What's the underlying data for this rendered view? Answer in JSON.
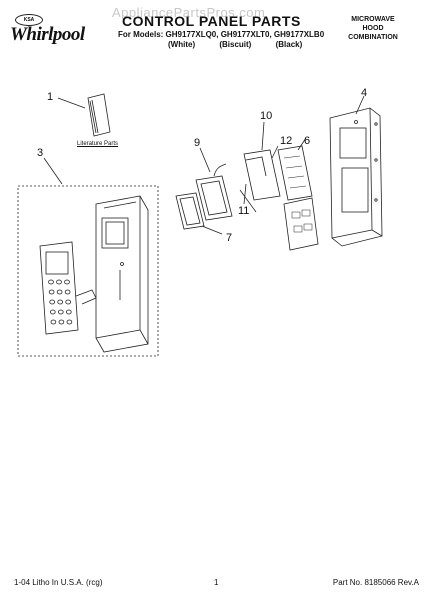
{
  "header": {
    "watermark": "AppliancePartsPros.com",
    "brand": "Whirlpool",
    "brand_mark": "KSA",
    "title": "CONTROL PANEL PARTS",
    "models_line": "For Models: GH9177XLQ0, GH9177XLT0, GH9177XLB0",
    "colors": [
      "(White)",
      "(Biscuit)",
      "(Black)"
    ],
    "appliance_type": [
      "MICROWAVE",
      "HOOD",
      "COMBINATION"
    ]
  },
  "callouts": {
    "c1": "1",
    "c3": "3",
    "c4": "4",
    "c6": "6",
    "c7": "7",
    "c9": "9",
    "c10": "10",
    "c11": "11",
    "c12": "12"
  },
  "literature_label": "Literature Parts",
  "footer": {
    "left": "1-04 Litho In U.S.A. (rcg)",
    "center": "1",
    "right": "Part No. 8185066 Rev.A"
  }
}
